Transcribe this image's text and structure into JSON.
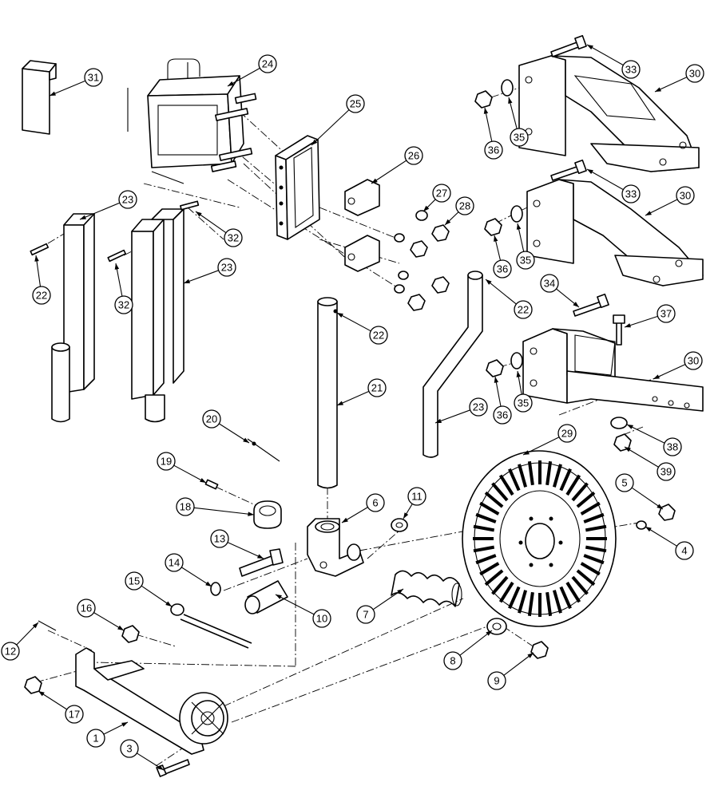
{
  "callouts": [
    {
      "id": "c1",
      "label": "1"
    },
    {
      "id": "c3",
      "label": "3"
    },
    {
      "id": "c4",
      "label": "4"
    },
    {
      "id": "c5",
      "label": "5"
    },
    {
      "id": "c6",
      "label": "6"
    },
    {
      "id": "c7",
      "label": "7"
    },
    {
      "id": "c8",
      "label": "8"
    },
    {
      "id": "c9",
      "label": "9"
    },
    {
      "id": "c10",
      "label": "10"
    },
    {
      "id": "c11",
      "label": "11"
    },
    {
      "id": "c12",
      "label": "12"
    },
    {
      "id": "c13",
      "label": "13"
    },
    {
      "id": "c14",
      "label": "14"
    },
    {
      "id": "c15",
      "label": "15"
    },
    {
      "id": "c16",
      "label": "16"
    },
    {
      "id": "c17",
      "label": "17"
    },
    {
      "id": "c18",
      "label": "18"
    },
    {
      "id": "c19",
      "label": "19"
    },
    {
      "id": "c20",
      "label": "20"
    },
    {
      "id": "c21",
      "label": "21"
    },
    {
      "id": "c22a",
      "label": "22"
    },
    {
      "id": "c22b",
      "label": "22"
    },
    {
      "id": "c22c",
      "label": "22"
    },
    {
      "id": "c23a",
      "label": "23"
    },
    {
      "id": "c23b",
      "label": "23"
    },
    {
      "id": "c23c",
      "label": "23"
    },
    {
      "id": "c24",
      "label": "24"
    },
    {
      "id": "c25",
      "label": "25"
    },
    {
      "id": "c26",
      "label": "26"
    },
    {
      "id": "c27",
      "label": "27"
    },
    {
      "id": "c28",
      "label": "28"
    },
    {
      "id": "c29",
      "label": "29"
    },
    {
      "id": "c30a",
      "label": "30"
    },
    {
      "id": "c30b",
      "label": "30"
    },
    {
      "id": "c30c",
      "label": "30"
    },
    {
      "id": "c31",
      "label": "31"
    },
    {
      "id": "c32a",
      "label": "32"
    },
    {
      "id": "c32b",
      "label": "32"
    },
    {
      "id": "c33a",
      "label": "33"
    },
    {
      "id": "c33b",
      "label": "33"
    },
    {
      "id": "c34",
      "label": "34"
    },
    {
      "id": "c35a",
      "label": "35"
    },
    {
      "id": "c35b",
      "label": "35"
    },
    {
      "id": "c35c",
      "label": "35"
    },
    {
      "id": "c36a",
      "label": "36"
    },
    {
      "id": "c36b",
      "label": "36"
    },
    {
      "id": "c36c",
      "label": "36"
    },
    {
      "id": "c37",
      "label": "37"
    },
    {
      "id": "c38",
      "label": "38"
    },
    {
      "id": "c39",
      "label": "39"
    }
  ]
}
